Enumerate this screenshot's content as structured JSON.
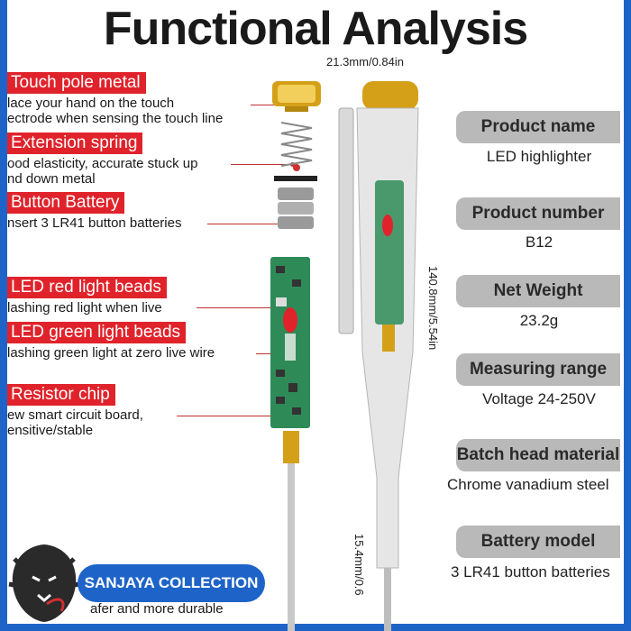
{
  "title": "Functional Analysis",
  "left_labels": [
    {
      "label": "Touch pole metal",
      "desc": [
        "lace your hand on the touch",
        "ectrode when sensing the touch line"
      ]
    },
    {
      "label": "Extension spring",
      "desc": [
        "ood elasticity, accurate stuck up",
        "nd down metal"
      ]
    },
    {
      "label": "Button Battery",
      "desc": [
        "nsert 3 LR41 button batteries"
      ]
    },
    {
      "label": "LED red light beads",
      "desc": [
        "lashing red light when live"
      ]
    },
    {
      "label": "LED green light beads",
      "desc": [
        "lashing green light at zero live wire"
      ]
    },
    {
      "label": "Resistor chip",
      "desc": [
        "ew smart circuit board,",
        "ensitive/stable"
      ]
    },
    {
      "label": "",
      "desc": [
        "afer and more durable"
      ]
    }
  ],
  "specs": [
    {
      "name": "Product name",
      "value": "LED highlighter"
    },
    {
      "name": "Product number",
      "value": "B12"
    },
    {
      "name": "Net Weight",
      "value": "23.2g"
    },
    {
      "name": "Measuring range",
      "value": "Voltage 24-250V"
    },
    {
      "name": "Batch head material",
      "value": "Chrome vanadium steel"
    },
    {
      "name": "Battery model",
      "value": "3 LR41 button batteries"
    }
  ],
  "dimensions": {
    "width": "21.3mm/0.84in",
    "length": "140.8mm/5.54in",
    "tip": "15.4mm/0.6"
  },
  "brand": {
    "name": "SANJAYA COLLECTION"
  },
  "colors": {
    "accent_red": "#e0232b",
    "brand_blue": "#1e64c8",
    "pill_gray": "#b9b9b9",
    "gold": "#d4a017"
  }
}
